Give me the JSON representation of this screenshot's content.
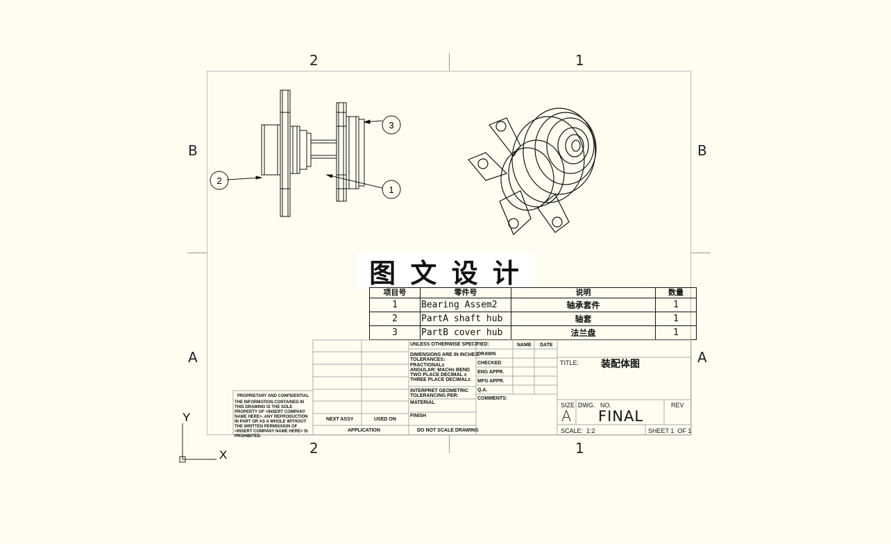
{
  "zones": {
    "top_left": "2",
    "top_right": "1",
    "bottom_left": "2",
    "bottom_right": "1",
    "left_upper": "B",
    "left_lower": "A",
    "right_upper": "B",
    "right_lower": "A"
  },
  "axes": {
    "y": "Y",
    "x": "X"
  },
  "balloons": {
    "b1": "1",
    "b2": "2",
    "b3": "3"
  },
  "watermark": "图 文 设 计",
  "bom": {
    "headers": [
      "项目号",
      "零件号",
      "说明",
      "数量"
    ],
    "rows": [
      {
        "item": "1",
        "part": "Bearing Assem2",
        "desc": "轴承套件",
        "qty": "1"
      },
      {
        "item": "2",
        "part": "PartA shaft hub",
        "desc": "轴套",
        "qty": "1"
      },
      {
        "item": "3",
        "part": "PartB cover hub",
        "desc": "法兰盘",
        "qty": "1"
      }
    ]
  },
  "title_block": {
    "proprietary_title": "PROPRIETARY AND CONFIDENTIAL",
    "proprietary_text": "THE INFORMATION CONTAINED IN THIS DRAWING IS THE SOLE PROPERTY OF <INSERT COMPANY NAME HERE>. ANY REPRODUCTION IN PART OR AS A WHOLE WITHOUT THE WRITTEN PERMISSION OF <INSERT COMPANY NAME HERE> IS PROHIBITED.",
    "next_assy": "NEXT ASSY",
    "used_on": "USED ON",
    "application": "APPLICATION",
    "unless": "UNLESS OTHERWISE SPECIFIED:",
    "dims": "DIMENSIONS ARE IN INCHES",
    "tolerances": "TOLERANCES:",
    "fractional": "FRACTIONAL±",
    "angular": "ANGULAR: MACH±    BEND",
    "two_place": "TWO PLACE DECIMAL  ±",
    "three_place": "THREE PLACE DECIMAL±",
    "interpret1": "INTERPRET GEOMETRIC",
    "interpret2": "TOLERANCING PER:",
    "material": "MATERIAL",
    "finish": "FINISH",
    "do_not_scale": "DO NOT SCALE DRAWING",
    "name": "NAME",
    "date": "DATE",
    "drawn": "DRAWN",
    "checked": "CHECKED",
    "eng_appr": "ENG APPR.",
    "mfg_appr": "MFG APPR.",
    "qa": "Q.A.",
    "comments": "COMMENTS:",
    "title_label": "TITLE:",
    "title_value": "装配体图",
    "size_label": "SIZE",
    "size_value": "A",
    "dwg_label": "DWG.   NO.",
    "dwg_value": "FINAL",
    "rev_label": "REV",
    "scale": "SCALE:  1:2",
    "sheet": "SHEET 1  OF 1"
  }
}
